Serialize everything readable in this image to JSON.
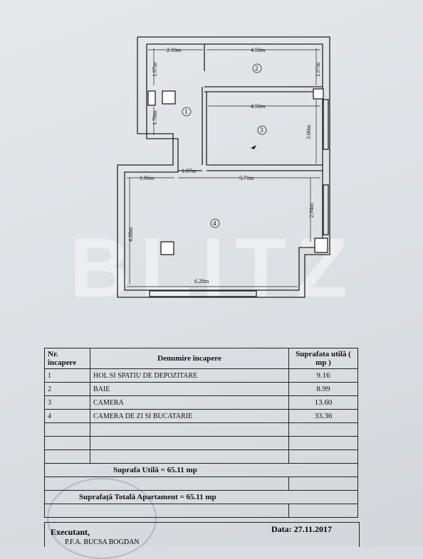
{
  "watermark": "BLITZ",
  "plan": {
    "dimensions": {
      "top_left_width": "2.16m",
      "top_right_width": "4.56m",
      "hall_upper_height": "1.97m",
      "bath_height": "1.97m",
      "hall_lower_height": "1.70m",
      "room3_width": "4.56m",
      "room3_height": "3.00m",
      "door_width": "1.07m",
      "living_left_width": "1.96m",
      "living_right_width": "5.71m",
      "living_height": "4.66m",
      "living_right_height": "2.94m",
      "living_bottom_width": "6.28m"
    },
    "room_numbers": {
      "r1": "1",
      "r2": "2",
      "r3": "3",
      "r4": "4"
    }
  },
  "table": {
    "header": {
      "nr": "Nr. încapere",
      "name": "Denumire încapere",
      "area": "Suprafata utilă ( mp )"
    },
    "rows": [
      {
        "nr": "1",
        "name": "HOL SI SPATIU DE DEPOZITARE",
        "area": "9.16"
      },
      {
        "nr": "2",
        "name": "BAIE",
        "area": "8.99"
      },
      {
        "nr": "3",
        "name": "CAMERA",
        "area": "13.60"
      },
      {
        "nr": "4",
        "name": "CAMERA DE ZI SI BUCATARIE",
        "area": "33.36"
      }
    ],
    "useful_total": "Suprafa Utilă = 65.11 mp",
    "apartment_total": "Suprafață Totală Apartament = 65.11 mp",
    "executant_label": "Executant,",
    "executant_name": "P.F.A. BUCSA BOGDAN",
    "date": "Data: 27.11.2017"
  }
}
